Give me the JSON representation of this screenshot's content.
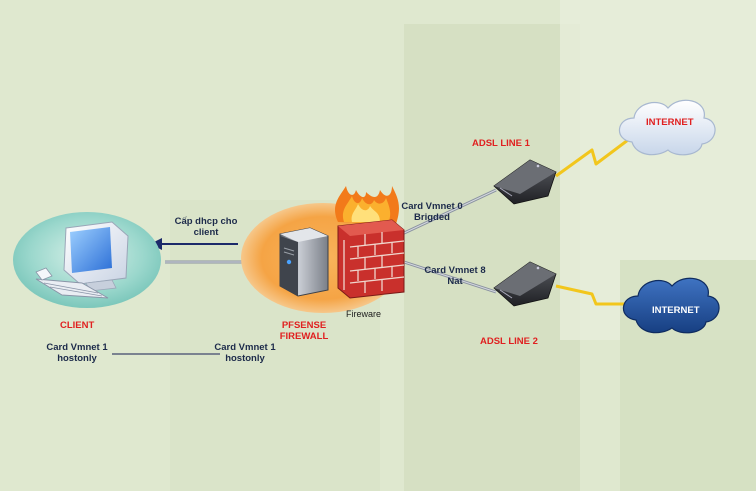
{
  "colors": {
    "background": "#dfe8cf",
    "label_red": "#e02020",
    "label_navy": "#1c2a4a",
    "firewall_glow": "#f5a445",
    "client_glow": "#8fd0c6",
    "cloud_blue": "#1f4f9a",
    "cloud_light": "#e6eef8",
    "lightning": "#f2c61c"
  },
  "nodes": {
    "client": {
      "name": "CLIENT",
      "icon": "computer-icon"
    },
    "firewall": {
      "name_line1": "PFSENSE",
      "name_line2": "FIREWALL",
      "caption": "Fireware",
      "icon": "server-firewall-icon"
    },
    "modem1": {
      "name": "ADSL LINE 1",
      "icon": "adsl-modem-icon"
    },
    "modem2": {
      "name": "ADSL LINE 2",
      "icon": "adsl-modem-icon"
    },
    "internet1": {
      "name": "INTERNET",
      "icon": "cloud-icon"
    },
    "internet2": {
      "name": "INTERNET",
      "icon": "cloud-icon"
    }
  },
  "links": {
    "dhcp_line1": "Cấp dhcp cho",
    "dhcp_line2": "client",
    "vmnet0_line1": "Card Vmnet 0",
    "vmnet0_line2": "Brigded",
    "vmnet8_line1": "Card Vmnet 8",
    "vmnet8_line2": "Nat",
    "client_nic_line1": "Card Vmnet 1",
    "client_nic_line2": "hostonly",
    "fw_nic_line1": "Card Vmnet 1",
    "fw_nic_line2": "hostonly"
  }
}
